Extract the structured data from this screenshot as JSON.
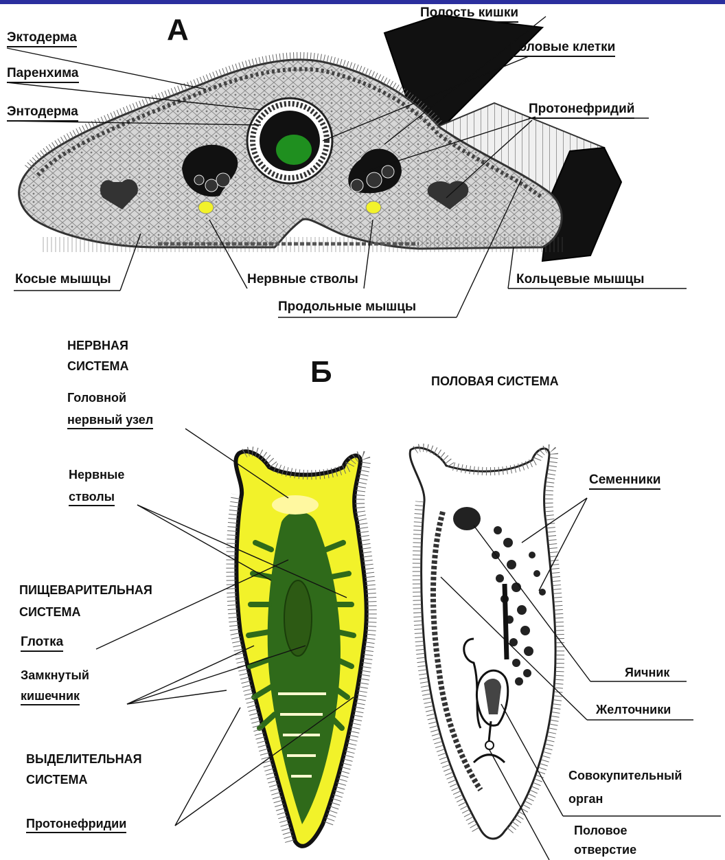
{
  "panel_a": {
    "letter": "А",
    "labels": {
      "gut_cavity": "Полость кишки",
      "ectoderm": "Эктодерма",
      "parenchyma": "Паренхима",
      "entoderm": "Энтодерма",
      "sex_cells": "Половые клетки",
      "protonephridium": "Протонефридий",
      "oblique_muscles": "Косые мышцы",
      "nerve_trunks": "Нервные стволы",
      "ring_muscles": "Кольцевые мышцы",
      "longitudinal_muscles": "Продольные мышцы"
    }
  },
  "panel_b": {
    "letter": "Б",
    "left": {
      "nervous_system_1": "НЕРВНАЯ",
      "nervous_system_2": "СИСТЕМА",
      "head_ganglion_1": "Головной",
      "head_ganglion_2": "нервный узел",
      "nerve_trunks_1": "Нервные",
      "nerve_trunks_2": "стволы",
      "digestive_1": "ПИЩЕВАРИТЕЛЬНАЯ",
      "digestive_2": "СИСТЕМА",
      "pharynx": "Глотка",
      "closed_gut_1": "Замкнутый",
      "closed_gut_2": "кишечник",
      "excretory_1": "ВЫДЕЛИТЕЛЬНАЯ",
      "excretory_2": "СИСТЕМА",
      "protonephridia": "Протонефридии"
    },
    "right": {
      "reproductive_system": "ПОЛОВАЯ СИСТЕМА",
      "testes": "Семенники",
      "ovary": "Яичник",
      "yolk_glands": "Желточники",
      "copulatory_1": "Совокупительный",
      "copulatory_2": "орган",
      "genital_1": "Половое",
      "genital_2": "отверстие"
    }
  },
  "colors": {
    "frame": "#2b2f9e",
    "nerve": "#f2f22a",
    "gut": "#2f6a1a",
    "nerve_ganglion_yellow": "#e8e820",
    "gut_lumen_green": "#1f8f1f"
  }
}
